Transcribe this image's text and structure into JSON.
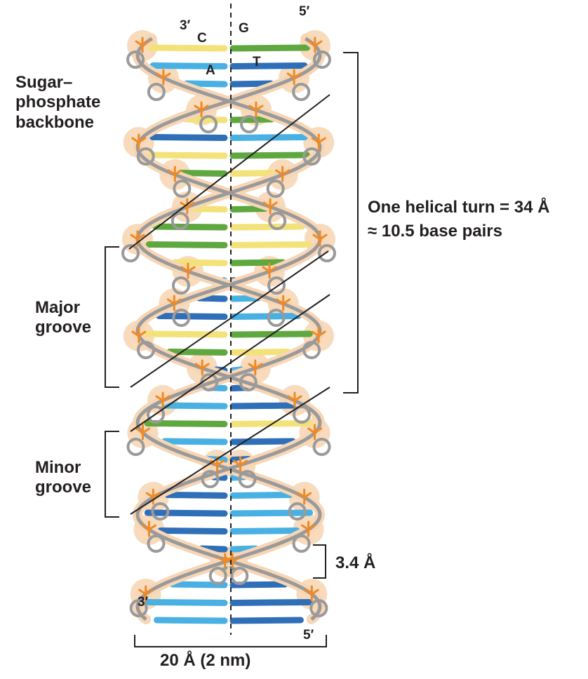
{
  "labels": {
    "top_left_end": "3′",
    "top_right_end": "5′",
    "bottom_left_end": "3′",
    "bottom_right_end": "5′",
    "base_c": "C",
    "base_g": "G",
    "base_a": "A",
    "base_t": "T",
    "backbone": "Sugar–\nphosphate\nbackbone",
    "helical_turn_line1": "One helical turn = 34 Å",
    "helical_turn_line2": "≈ 10.5 base pairs",
    "major_groove": "Major\ngroove",
    "minor_groove": "Minor\ngroove",
    "rise": "3.4 Å",
    "width": "20 Å (2 nm)"
  },
  "colors": {
    "text": "#231f20",
    "guanine": "#5fa83f",
    "cytosine": "#f3e27a",
    "adenine": "#49b0e3",
    "thymine": "#2f6fb8",
    "sugar": "#9a9a9a",
    "phosphate": "#f08a24",
    "phosphate_glow": "#f6cfa6"
  },
  "legend_icons": [
    "helix-icon",
    "phosphate-icon",
    "base-pair-icon"
  ]
}
